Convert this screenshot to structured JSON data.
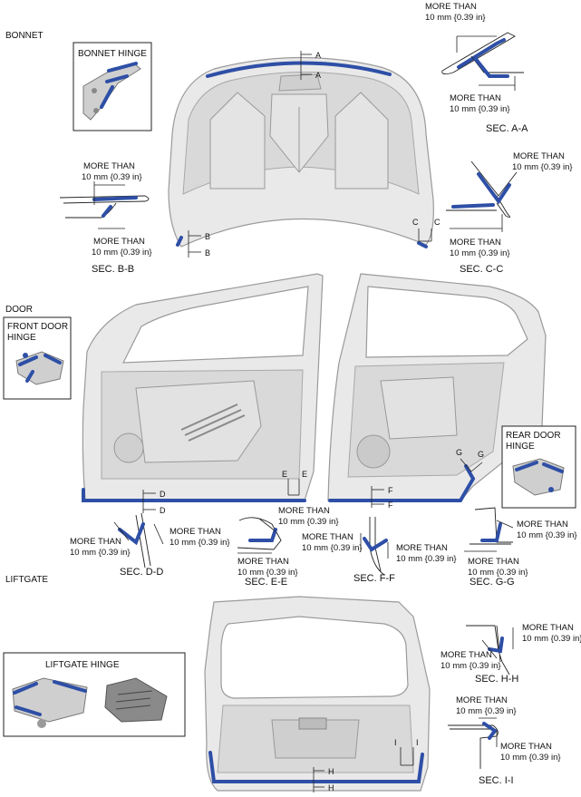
{
  "sections": {
    "bonnet": "BONNET",
    "door": "DOOR",
    "liftgate": "LIFTGATE"
  },
  "insets": {
    "bonnet_hinge": "BONNET HINGE",
    "front_door_hinge_1": "FRONT DOOR",
    "front_door_hinge_2": "HINGE",
    "rear_door_hinge_1": "REAR DOOR",
    "rear_door_hinge_2": "HINGE",
    "liftgate_hinge": "LIFTGATE HINGE"
  },
  "note": {
    "line1": "MORE THAN",
    "line2": "10 mm {0.39 in}"
  },
  "section_titles": {
    "aa": "SEC. A-A",
    "bb": "SEC. B-B",
    "cc": "SEC. C-C",
    "dd": "SEC. D-D",
    "ee": "SEC. E-E",
    "ff": "SEC. F-F",
    "gg": "SEC. G-G",
    "hh": "SEC. H-H",
    "ii": "SEC. I-I"
  },
  "markers": {
    "a": "A",
    "b": "B",
    "c": "C",
    "d": "D",
    "e": "E",
    "f": "F",
    "g": "G",
    "h": "H",
    "i": "I"
  },
  "colors": {
    "sealer": "#2e4fa6",
    "panel": "#e9e9e9",
    "outline": "#9a9a9a"
  }
}
